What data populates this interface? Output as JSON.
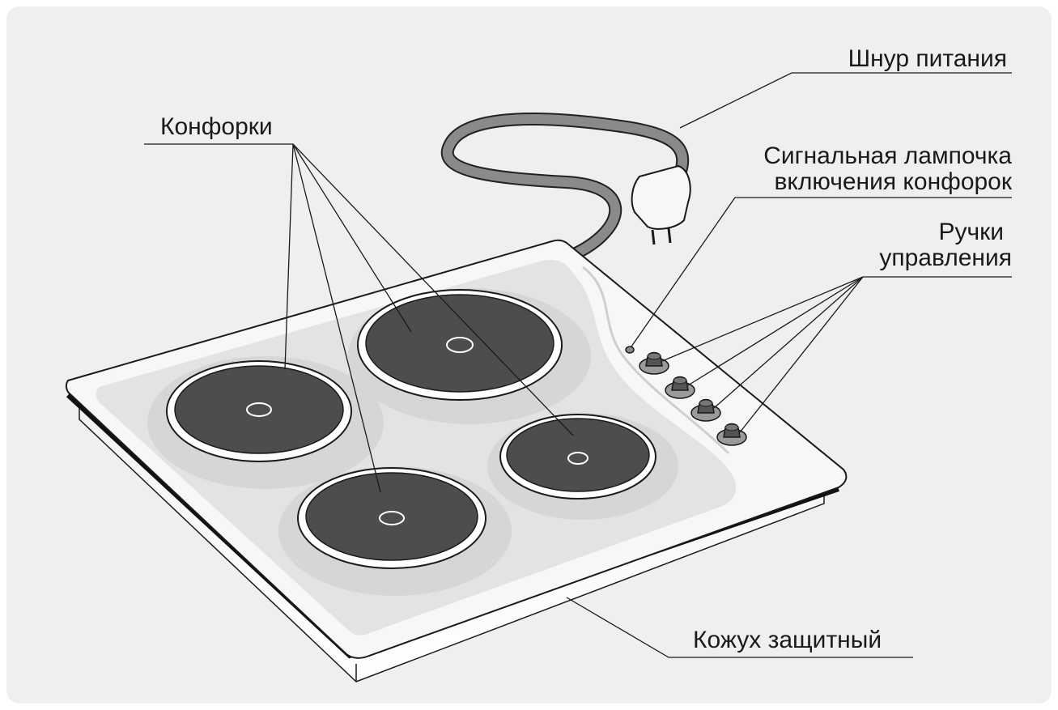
{
  "labels": {
    "burners": "Конфорки",
    "power_cord": "Шнур питания",
    "indicator_line1": "Сигнальная лампочка",
    "indicator_line2": "включения конфорок",
    "knobs_line1": "Ручки",
    "knobs_line2": "управления",
    "casing": "Кожух защитный"
  },
  "colors": {
    "panel_bg": "#efefef",
    "hob_surface": "#e3e3e3",
    "hob_rim": "#f7f7f7",
    "burner": "#4d4d4d",
    "cord": "#8a8a8a",
    "outline": "#1a1a1a"
  },
  "counts": {
    "burners": 4,
    "knobs": 4
  }
}
